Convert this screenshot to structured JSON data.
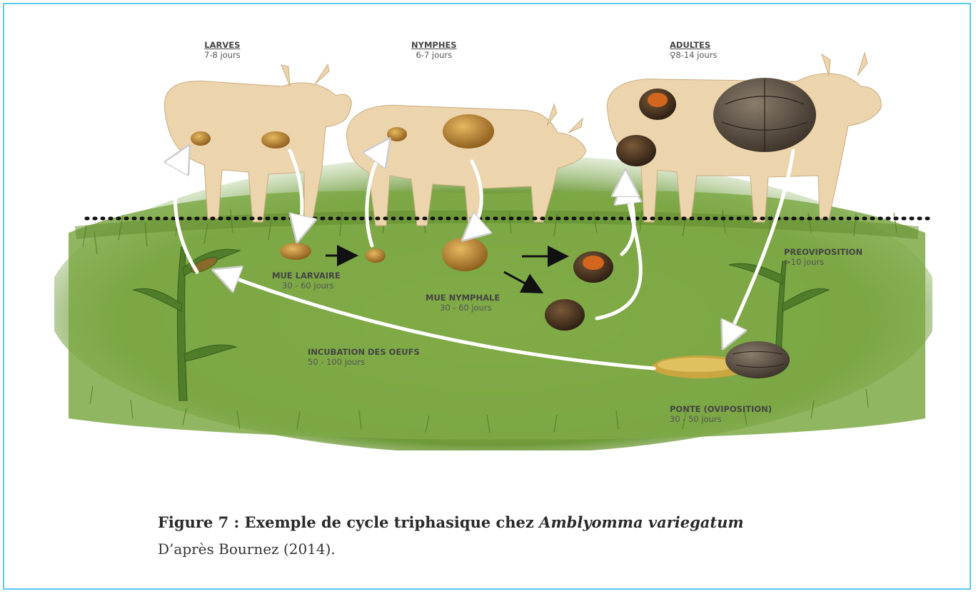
{
  "stages": {
    "larves": {
      "title": "LARVES",
      "duration": "7-8 jours"
    },
    "nymphes": {
      "title": "NYMPHES",
      "duration": "6-7 jours"
    },
    "adultes": {
      "title": "ADULTES",
      "duration": "♀8-14 jours"
    }
  },
  "phases": {
    "mue_larvaire": {
      "title": "MUE LARVAIRE",
      "duration": "30 - 60 jours"
    },
    "mue_nymphale": {
      "title": "MUE NYMPHALE",
      "duration": "30 - 60 jours"
    },
    "incubation": {
      "title": "INCUBATION DES OEUFS",
      "duration": "50 - 100 jours"
    },
    "preoviposition": {
      "title": "PREOVIPOSITION",
      "duration": ">10 jours"
    },
    "ponte": {
      "title": "PONTE (OVIPOSITION)",
      "duration": "30 - 50 jours"
    }
  },
  "caption": {
    "prefix": "Figure 7 : Exemple de cycle triphasique chez ",
    "species": "Amblyomma variegatum",
    "source": "D’après Bournez (2014)."
  },
  "colors": {
    "frame": "#5bc8ef",
    "cow": "#ecd4ac",
    "grass": "#6f9a3a",
    "tick_brown": "#b8892e",
    "tick_dark": "#3a2a1c",
    "tick_orange": "#d4651d"
  }
}
